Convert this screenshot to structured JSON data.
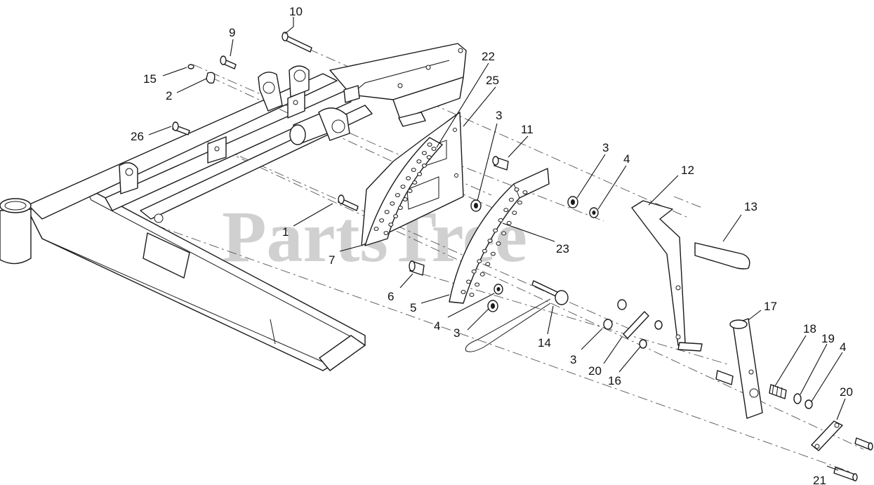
{
  "watermark": "PartsTree",
  "callouts": [
    {
      "id": "c10",
      "label": "10"
    },
    {
      "id": "c9",
      "label": "9"
    },
    {
      "id": "c15",
      "label": "15"
    },
    {
      "id": "c2",
      "label": "2"
    },
    {
      "id": "c26",
      "label": "26"
    },
    {
      "id": "c22",
      "label": "22"
    },
    {
      "id": "c25",
      "label": "25"
    },
    {
      "id": "c3a",
      "label": "3"
    },
    {
      "id": "c11",
      "label": "11"
    },
    {
      "id": "c3b",
      "label": "3"
    },
    {
      "id": "c4a",
      "label": "4"
    },
    {
      "id": "c12",
      "label": "12"
    },
    {
      "id": "c13",
      "label": "13"
    },
    {
      "id": "c1",
      "label": "1"
    },
    {
      "id": "c7",
      "label": "7"
    },
    {
      "id": "c23",
      "label": "23"
    },
    {
      "id": "c6",
      "label": "6"
    },
    {
      "id": "c5",
      "label": "5"
    },
    {
      "id": "c4b",
      "label": "4"
    },
    {
      "id": "c3c",
      "label": "3"
    },
    {
      "id": "c14",
      "label": "14"
    },
    {
      "id": "c17",
      "label": "17"
    },
    {
      "id": "c18",
      "label": "18"
    },
    {
      "id": "c19",
      "label": "19"
    },
    {
      "id": "c4c",
      "label": "4"
    },
    {
      "id": "c3d",
      "label": "3"
    },
    {
      "id": "c20a",
      "label": "20"
    },
    {
      "id": "c16",
      "label": "16"
    },
    {
      "id": "c20b",
      "label": "20"
    },
    {
      "id": "c21",
      "label": "21"
    }
  ]
}
